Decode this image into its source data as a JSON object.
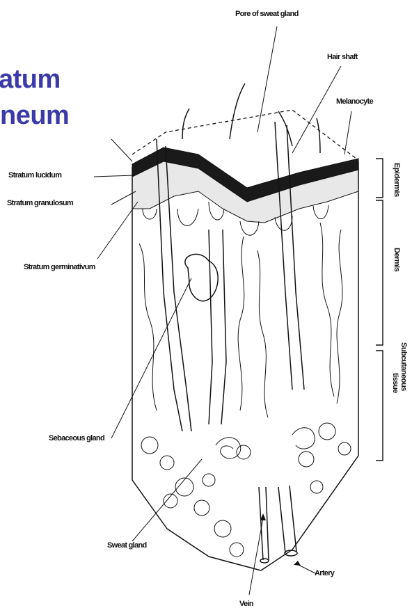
{
  "title": {
    "line1": "atum",
    "line2": "neum"
  },
  "labels": {
    "pore_of_sweat_gland": "Pore of sweat gland",
    "hair_shaft": "Hair shaft",
    "melanocyte": "Melanocyte",
    "stratum_lucidum": "Stratum lucidum",
    "stratum_granulosum": "Stratum granulosum",
    "stratum_germinativum": "Stratum germinativum",
    "sebaceous_gland": "Sebaceous gland",
    "sweat_gland": "Sweat gland",
    "vein": "Vein",
    "artery": "Artery"
  },
  "layers": {
    "epidermis": "Epidermis",
    "dermis": "Dermis",
    "subcutaneous_1": "Subcutaneous",
    "subcutaneous_2": "tissue"
  },
  "colors": {
    "title": "#3a3aa8",
    "ink": "#111111",
    "background": "#ffffff"
  }
}
